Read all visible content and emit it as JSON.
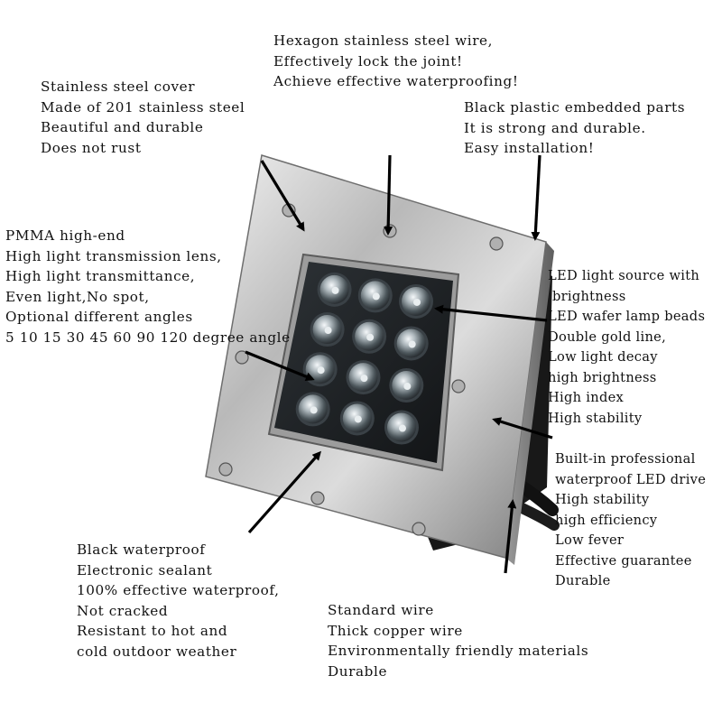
{
  "callouts": {
    "hexagon_wire": [
      "Hexagon stainless steel wire,",
      "Effectively lock the joint!",
      "Achieve effective waterproofing!"
    ],
    "stainless_cover": [
      "Stainless steel cover",
      "Made of 201 stainless steel",
      "Beautiful and durable",
      "Does not rust"
    ],
    "plastic_embedded": [
      "Black plastic embedded parts",
      "It is strong and durable.",
      "Easy installation!"
    ],
    "pmma_lens": [
      "PMMA high-end",
      "High light transmission lens,",
      "High light transmittance,",
      "Even light,No spot,",
      "Optional different angles",
      "5 10 15 30 45 60 90 120 degree angle"
    ],
    "led_source": [
      "LED light source with",
      " brightness",
      "LED wafer lamp beads",
      "Double gold line,",
      "Low light decay",
      "high brightness",
      "High index",
      "High stability"
    ],
    "led_driver": [
      "Built-in professional",
      "waterproof LED drive",
      "High stability",
      "high efficiency",
      "Low fever",
      "Effective guarantee",
      "Durable"
    ],
    "sealant": [
      "Black waterproof",
      "Electronic sealant",
      "100% effective waterproof,",
      "Not cracked",
      "Resistant to hot and",
      "cold outdoor weather"
    ],
    "standard_wire": [
      "Standard wire",
      "Thick copper wire",
      "Environmentally friendly materials",
      "Durable"
    ]
  },
  "colors": {
    "steel_light": "#e4e4e4",
    "steel_dark": "#8a8a8a",
    "lens_dark": "#1d1f22",
    "led_glow": "#c9d2d6",
    "housing_black": "#181818",
    "arrow": "#000000"
  },
  "led_grid": {
    "rows": 4,
    "cols": 3
  }
}
